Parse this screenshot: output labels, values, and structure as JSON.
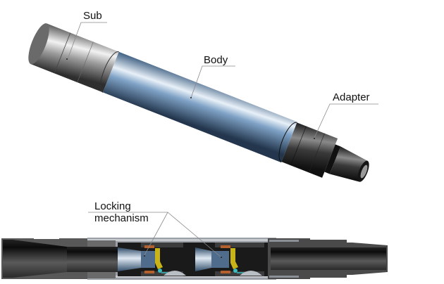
{
  "diagram": {
    "type": "mechanical-part-illustration",
    "views": [
      "3d-isometric",
      "cross-section"
    ],
    "labels": {
      "sub": "Sub",
      "body": "Body",
      "adapter": "Adapter",
      "locking_line1": "Locking",
      "locking_line2": "mechanism"
    },
    "colors": {
      "body_blue": "#6f93b8",
      "steel_grey": "#8c8c8c",
      "dark_steel": "#3a3a3a",
      "lock_yellow": "#c8b416",
      "seal_orange": "#b5602c",
      "spring_cyan": "#3bbcc0"
    }
  }
}
